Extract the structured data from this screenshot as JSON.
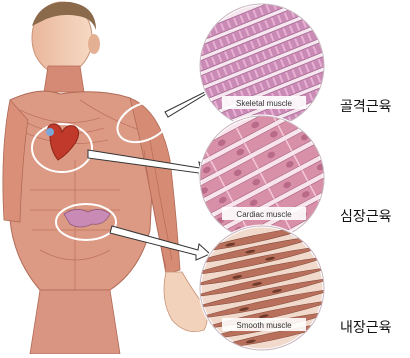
{
  "panels": [
    {
      "id": "skeletal",
      "caption_en": "Skeletal muscle",
      "label_ko": "골격근육"
    },
    {
      "id": "cardiac",
      "caption_en": "Cardiac muscle",
      "label_ko": "심장근육"
    },
    {
      "id": "smooth",
      "caption_en": "Smooth muscle",
      "label_ko": "내장근육"
    }
  ],
  "colors": {
    "skeletal_fiber": "#c98ab6",
    "skeletal_band": "#e8b0d2",
    "cardiac_fiber": "#d88fa8",
    "smooth_fiber": "#b8705c",
    "body_muscle": "#d99a86",
    "skin": "#f2cdb2"
  }
}
